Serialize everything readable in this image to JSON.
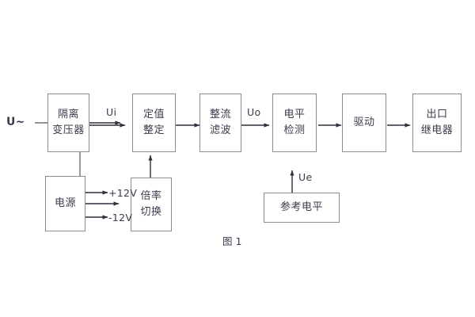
{
  "figure": {
    "caption": "图 1",
    "input_label": "U~",
    "stroke_color": "#8c8c8c",
    "text_color": "#3b3b4d",
    "background": "#ffffff"
  },
  "blocks": [
    {
      "id": "isolation-transformer",
      "lines": [
        "隔离",
        "变压器"
      ]
    },
    {
      "id": "setpoint-adjust",
      "lines": [
        "定值",
        "整定"
      ]
    },
    {
      "id": "rectify-filter",
      "lines": [
        "整流",
        "滤波"
      ]
    },
    {
      "id": "level-detect",
      "lines": [
        "电平",
        "检测"
      ]
    },
    {
      "id": "drive",
      "lines": [
        "驱动"
      ]
    },
    {
      "id": "output-relay",
      "lines": [
        "出口",
        "继电器"
      ]
    },
    {
      "id": "power-supply",
      "lines": [
        "电源"
      ]
    },
    {
      "id": "multiplier-switch",
      "lines": [
        "倍率",
        "切换"
      ]
    },
    {
      "id": "reference-level",
      "lines": [
        "参考电平"
      ]
    }
  ],
  "signals": {
    "ui": "Ui",
    "uo": "Uo",
    "ue": "Ue",
    "rail_positive": "+12V",
    "rail_negative": "-12V"
  }
}
